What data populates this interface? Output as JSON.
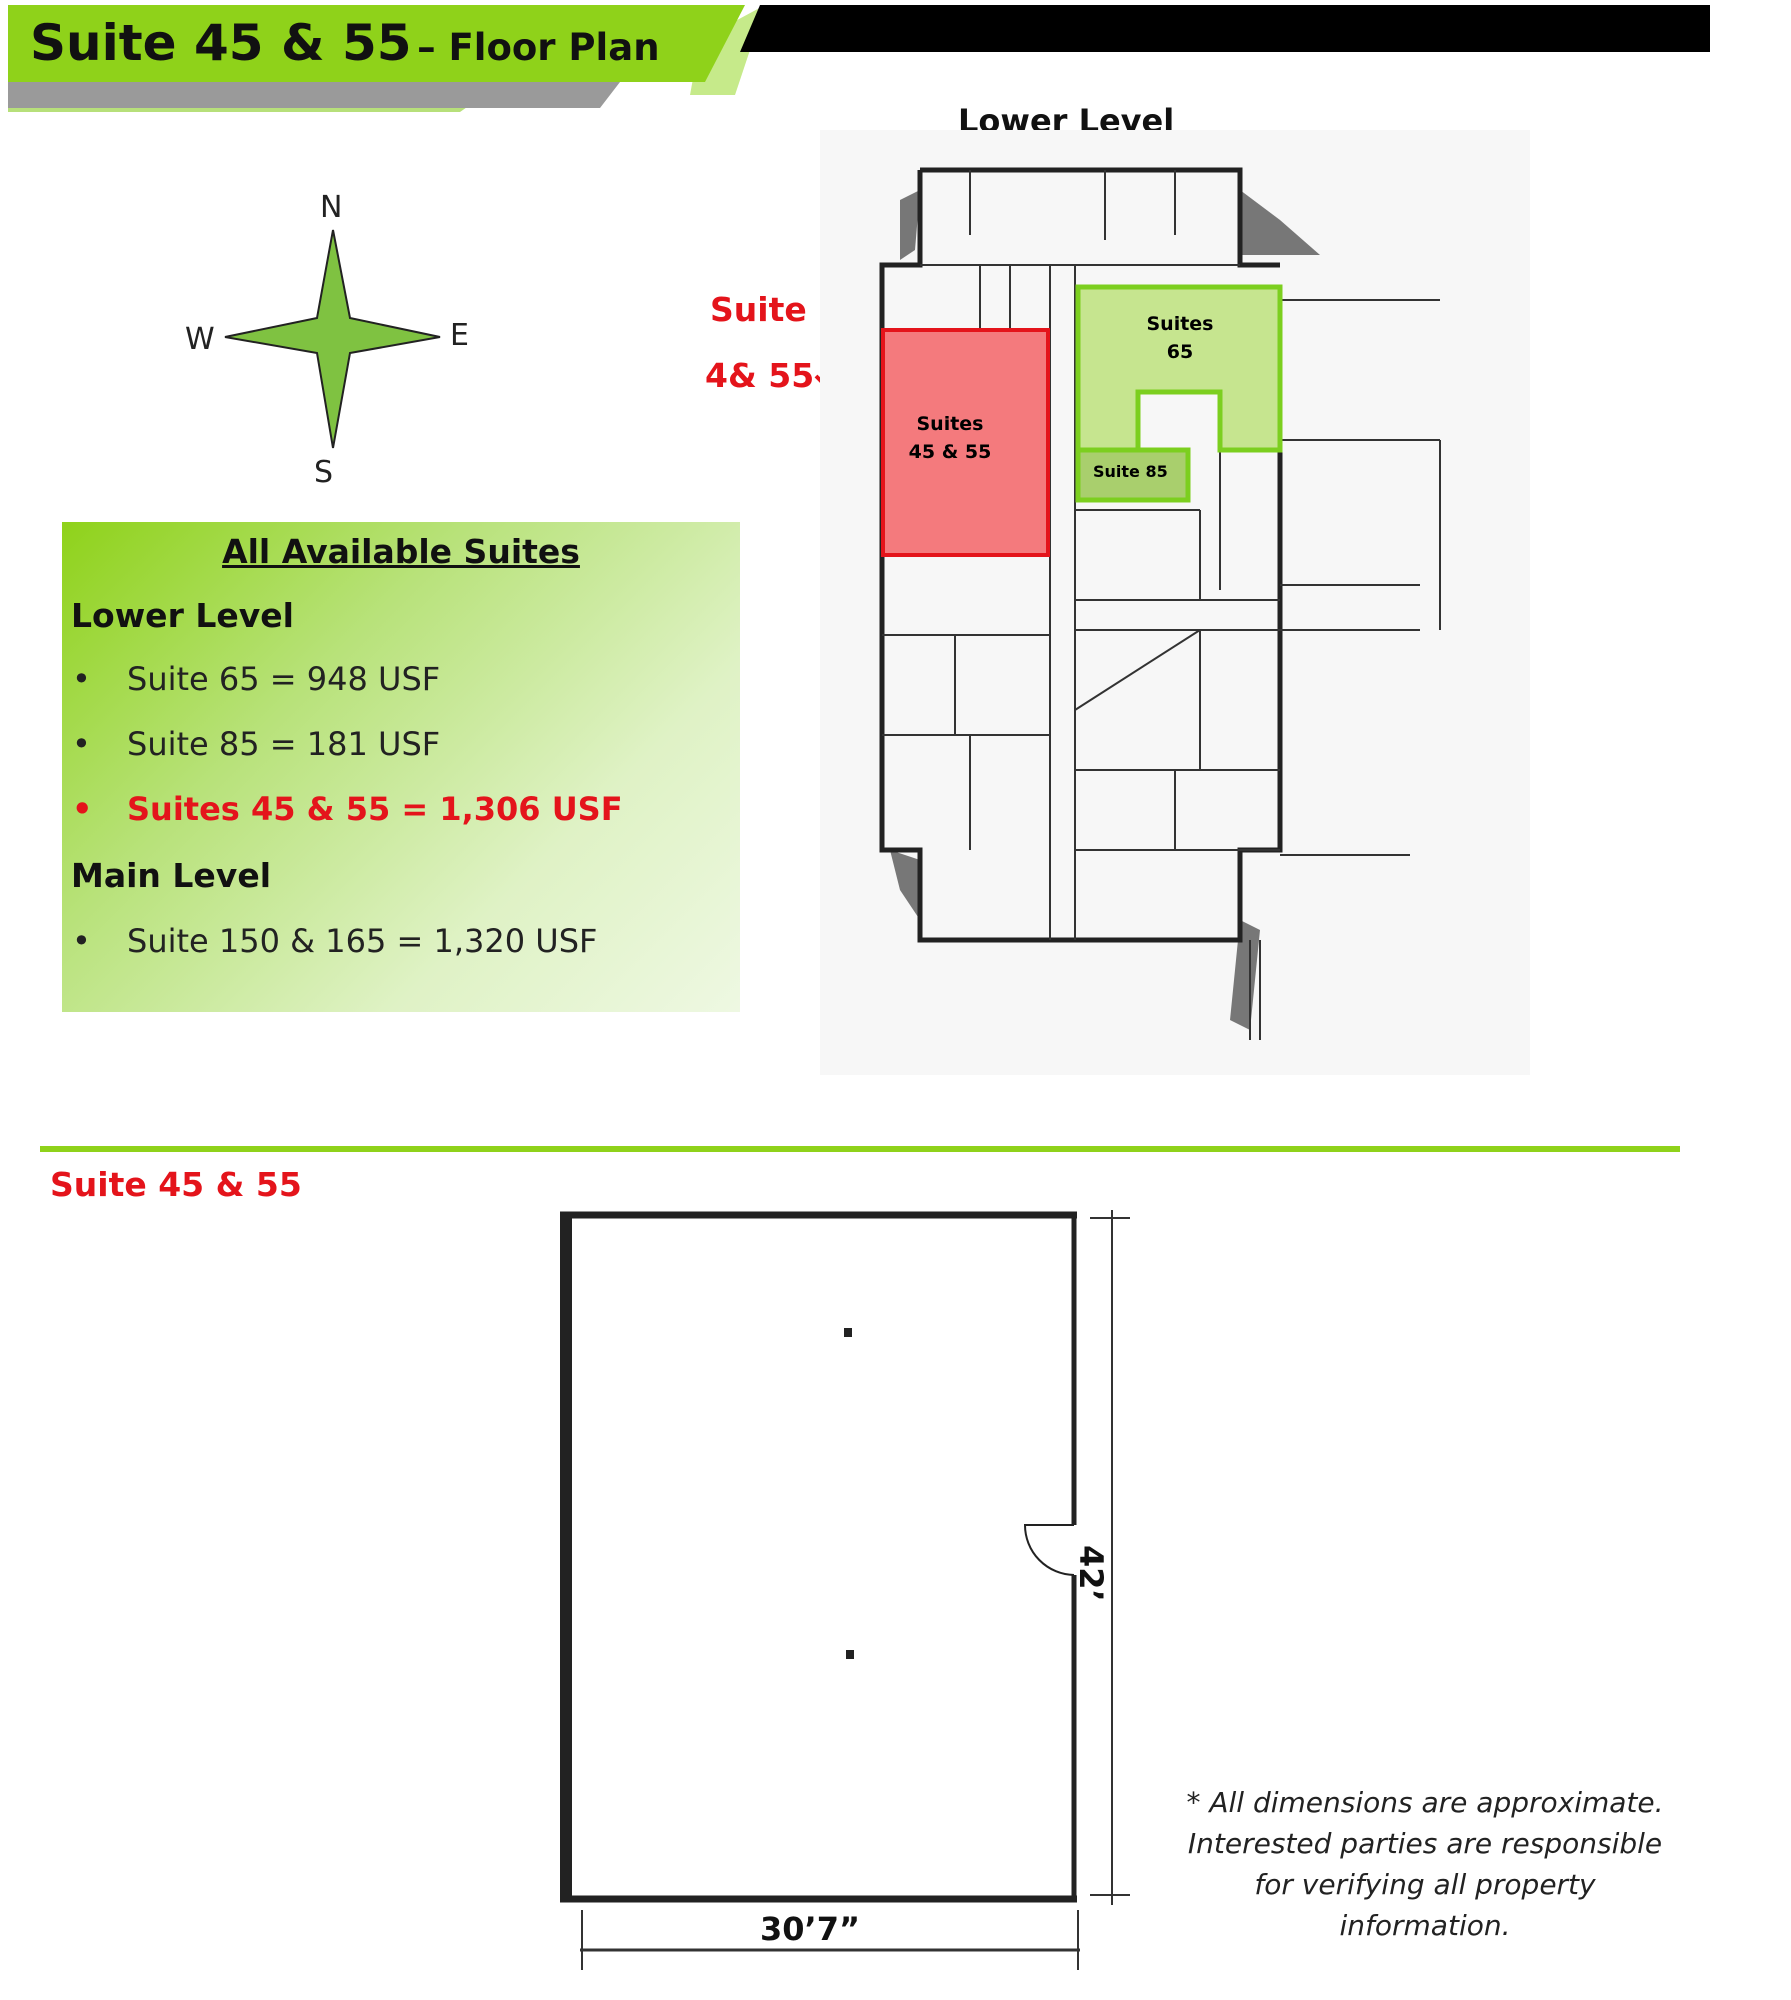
{
  "header": {
    "title_main": "Suite 45 & 55",
    "title_sub": "– Floor Plan",
    "colors": {
      "green": "#8fd21a",
      "black": "#000000",
      "gray": "#9a9a9a"
    }
  },
  "lower_level_plan": {
    "heading": "Lower Level",
    "callout_line1": "Suite",
    "callout_line2": "4& 55",
    "label_red_suite_line1": "Suites",
    "label_red_suite_line2": "45 & 55",
    "label_suite65_line1": "Suites",
    "label_suite65_line2": "65",
    "label_suite85": "Suite 85",
    "colors": {
      "highlight_red": "#f47a7d",
      "highlight_green": "#c6e58f"
    }
  },
  "compass": {
    "n": "N",
    "s": "S",
    "e": "E",
    "w": "W"
  },
  "available_suites": {
    "heading": "All Available Suites",
    "lower_level_title": "Lower Level",
    "lower_level_items": [
      {
        "bullet": "•",
        "text": "Suite 65 = 948 USF"
      },
      {
        "bullet": "•",
        "text": "Suite 85 = 181 USF"
      },
      {
        "bullet": "•",
        "text": "Suites 45 & 55 = 1,306 USF"
      }
    ],
    "main_level_title": "Main Level",
    "main_level_items": [
      {
        "bullet": "•",
        "text": "Suite 150 & 165 = 1,320 USF"
      }
    ]
  },
  "detail_plan": {
    "title": "Suite 45 & 55",
    "height_dimension": "42’",
    "width_dimension": "30’7”",
    "disclaimer_lines": [
      "* All dimensions are approximate.",
      "Interested parties are responsible",
      "for verifying all property",
      "information."
    ]
  }
}
